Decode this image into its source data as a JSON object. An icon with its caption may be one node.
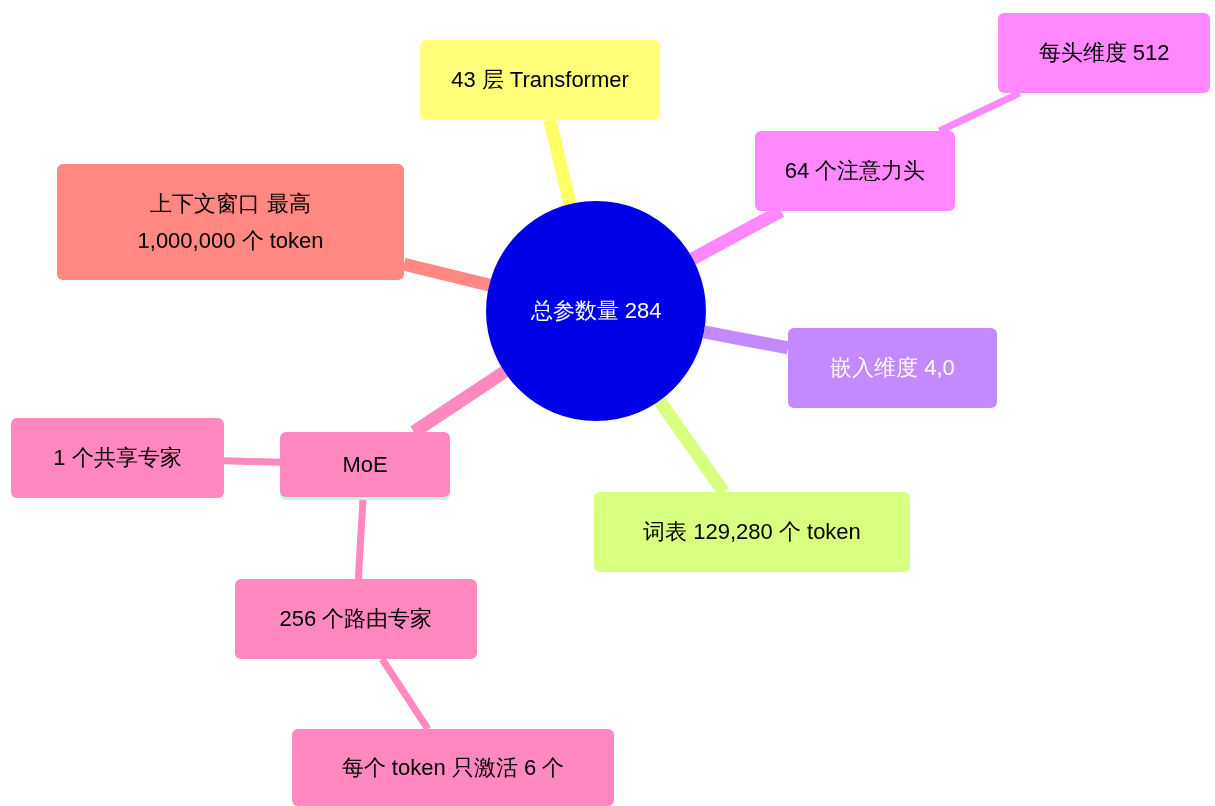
{
  "diagram": {
    "nodes": [
      {
        "text": [
          "总参数量 284"
        ]
      },
      {
        "text": [
          "43 层 Transformer"
        ]
      },
      {
        "text": [
          "64 个注意力头"
        ]
      },
      {
        "text": [
          "每头维度 512"
        ]
      },
      {
        "text": [
          "嵌入维度 4,0"
        ]
      },
      {
        "text": [
          "词表 129,280 个 token"
        ]
      },
      {
        "text": [
          "上下文窗口 最高 1,000,000 个 token"
        ]
      },
      {
        "text": [
          "MoE"
        ]
      },
      {
        "text": [
          "1 个共享专家"
        ]
      },
      {
        "text": [
          "256 个路由专家"
        ]
      },
      {
        "text": [
          "每个 token 只激活 6 个"
        ]
      }
    ],
    "edges": [
      {
        "from": 0,
        "to": 1,
        "arrow": "none",
        "color": "#ffff66"
      },
      {
        "from": 0,
        "to": 2,
        "arrow": "none",
        "color": "#ff88ff"
      },
      {
        "from": 2,
        "to": 3,
        "arrow": "none",
        "color": "#ff88ff"
      },
      {
        "from": 0,
        "to": 4,
        "arrow": "none",
        "color": "#c488ff"
      },
      {
        "from": 0,
        "to": 5,
        "arrow": "none",
        "color": "#d8ff80"
      },
      {
        "from": 0,
        "to": 6,
        "arrow": "none",
        "color": "#ff8882"
      },
      {
        "from": 0,
        "to": 7,
        "arrow": "none",
        "color": "#ff88c0"
      },
      {
        "from": 7,
        "to": 8,
        "arrow": "none",
        "color": "#ff88c0"
      },
      {
        "from": 7,
        "to": 9,
        "arrow": "none",
        "color": "#ff88c0"
      },
      {
        "from": 9,
        "to": 10,
        "arrow": "none",
        "color": "#ff88c0"
      }
    ]
  }
}
